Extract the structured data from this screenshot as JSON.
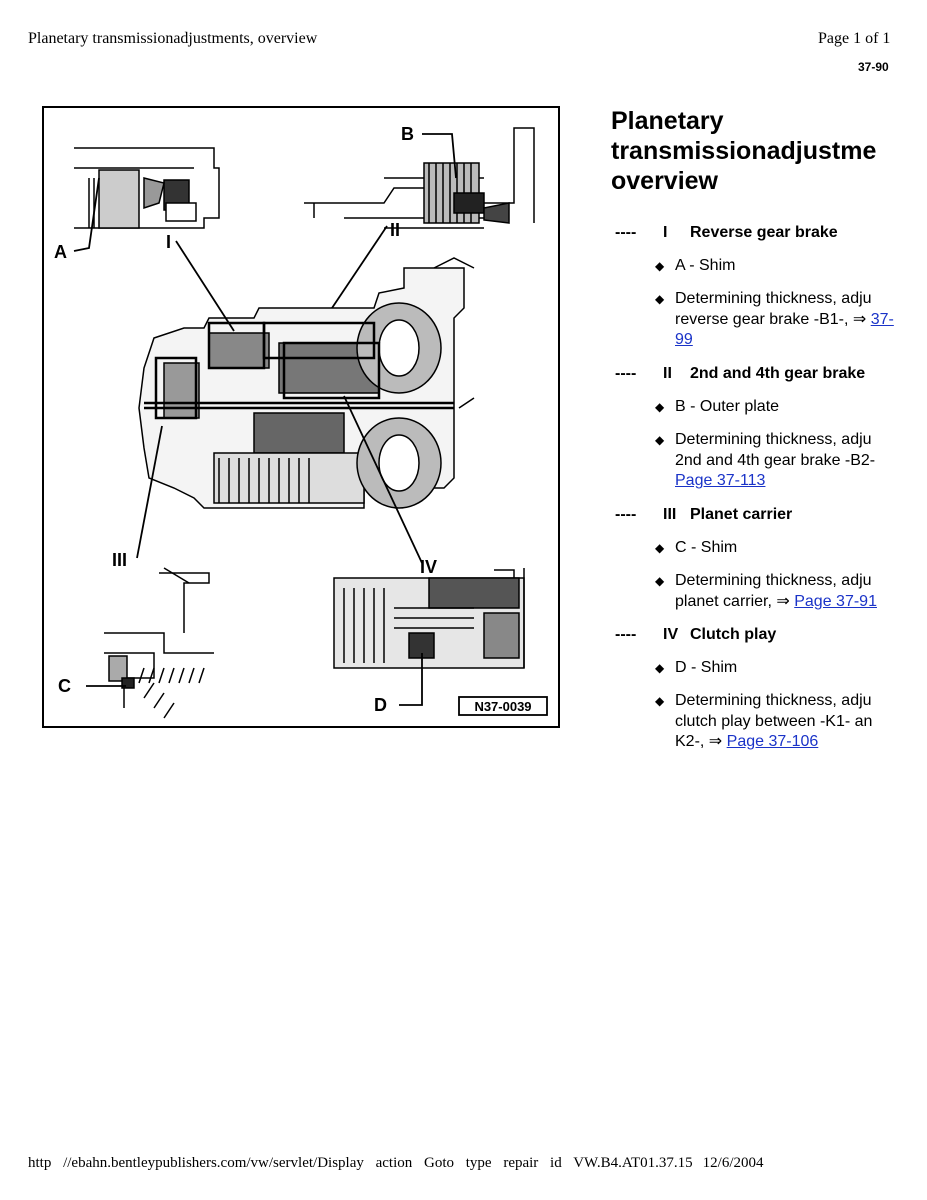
{
  "header": {
    "title": "Planetary transmissionadjustments, overview",
    "page": "Page 1 of 1",
    "code": "37-90"
  },
  "figure": {
    "callouts": [
      "A",
      "B",
      "I",
      "II",
      "III",
      "IV",
      "C",
      "D"
    ],
    "ref": "N37-0039"
  },
  "main": {
    "heading": [
      "Planetary",
      "transmissionadjustme",
      "overview"
    ],
    "sections": [
      {
        "dash": "----",
        "num": "I",
        "title": "Reverse gear brake",
        "items": [
          {
            "text": "A - Shim"
          },
          {
            "text": "Determining thickness, adju\nreverse gear brake -B1-, ⇒ ",
            "link": "37-99"
          }
        ]
      },
      {
        "dash": "----",
        "num": "II",
        "title": "2nd and 4th gear brake",
        "items": [
          {
            "text": "B - Outer plate"
          },
          {
            "text": "Determining thickness, adju\n2nd and 4th gear brake -B2-\n",
            "link": "Page 37-113"
          }
        ]
      },
      {
        "dash": "----",
        "num": "III",
        "title": "Planet carrier",
        "items": [
          {
            "text": "C - Shim"
          },
          {
            "text": "Determining thickness, adju\nplanet carrier, ⇒ ",
            "link": "Page 37-91"
          }
        ]
      },
      {
        "dash": "----",
        "num": "IV",
        "title": "Clutch play",
        "items": [
          {
            "text": "D - Shim"
          },
          {
            "text": "Determining thickness, adju\nclutch play between -K1- an\nK2-, ⇒ ",
            "link": "Page 37-106"
          }
        ]
      }
    ]
  },
  "footer": {
    "url": "http //ebahn.bentleypublishers.com/vw/servlet/Display action Goto type repair id VW.B4.AT01.37.15",
    "date": "12/6/2004"
  },
  "colors": {
    "link": "#1a33c8"
  }
}
